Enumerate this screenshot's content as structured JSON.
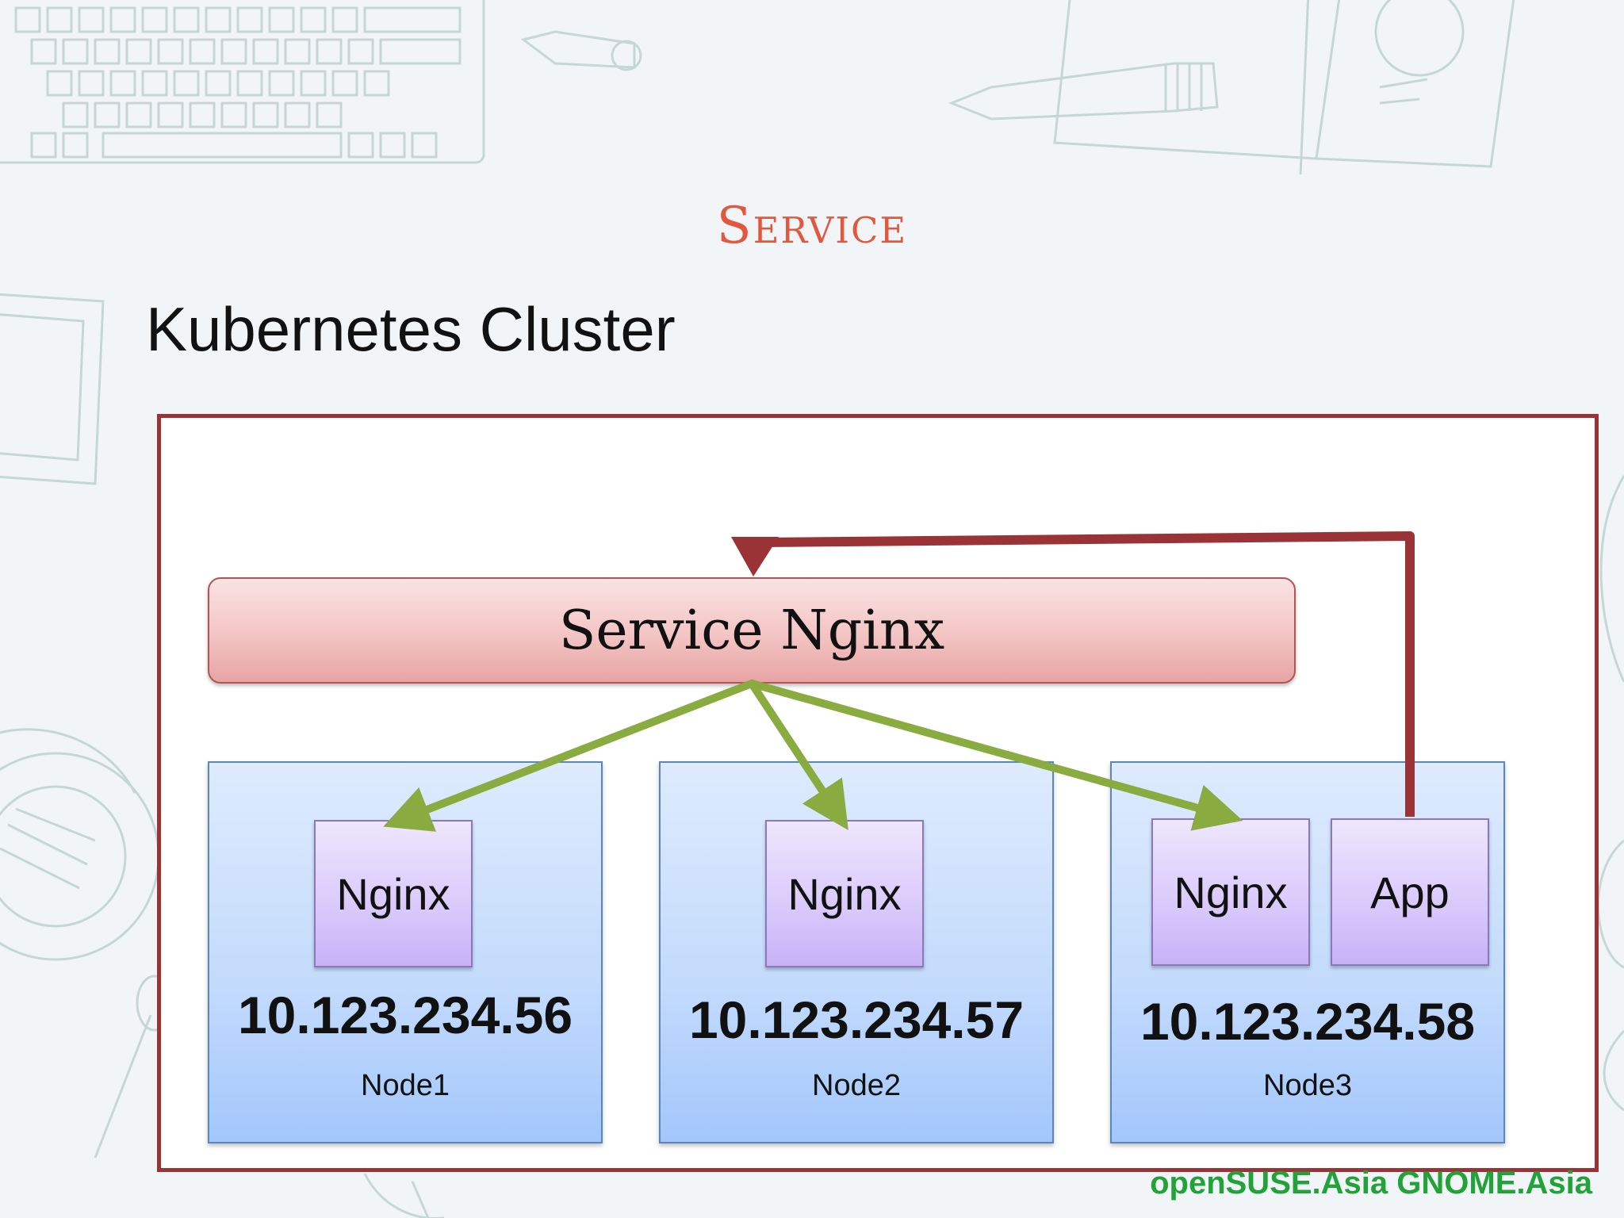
{
  "slide": {
    "title": "Service",
    "subtitle": "Kubernetes Cluster",
    "footer": "openSUSE.Asia GNOME.Asia"
  },
  "service": {
    "label": "Service Nginx"
  },
  "nodes": [
    {
      "name": "Node1",
      "ip": "10.123.234.56",
      "pods": [
        "Nginx"
      ]
    },
    {
      "name": "Node2",
      "ip": "10.123.234.57",
      "pods": [
        "Nginx"
      ]
    },
    {
      "name": "Node3",
      "ip": "10.123.234.58",
      "pods": [
        "Nginx",
        "App"
      ]
    }
  ],
  "colors": {
    "title": "#e2583e",
    "cluster_border": "#9a3336",
    "arrow_green": "#8aab3f",
    "arrow_red": "#9a3336",
    "footer": "#22a33a"
  }
}
